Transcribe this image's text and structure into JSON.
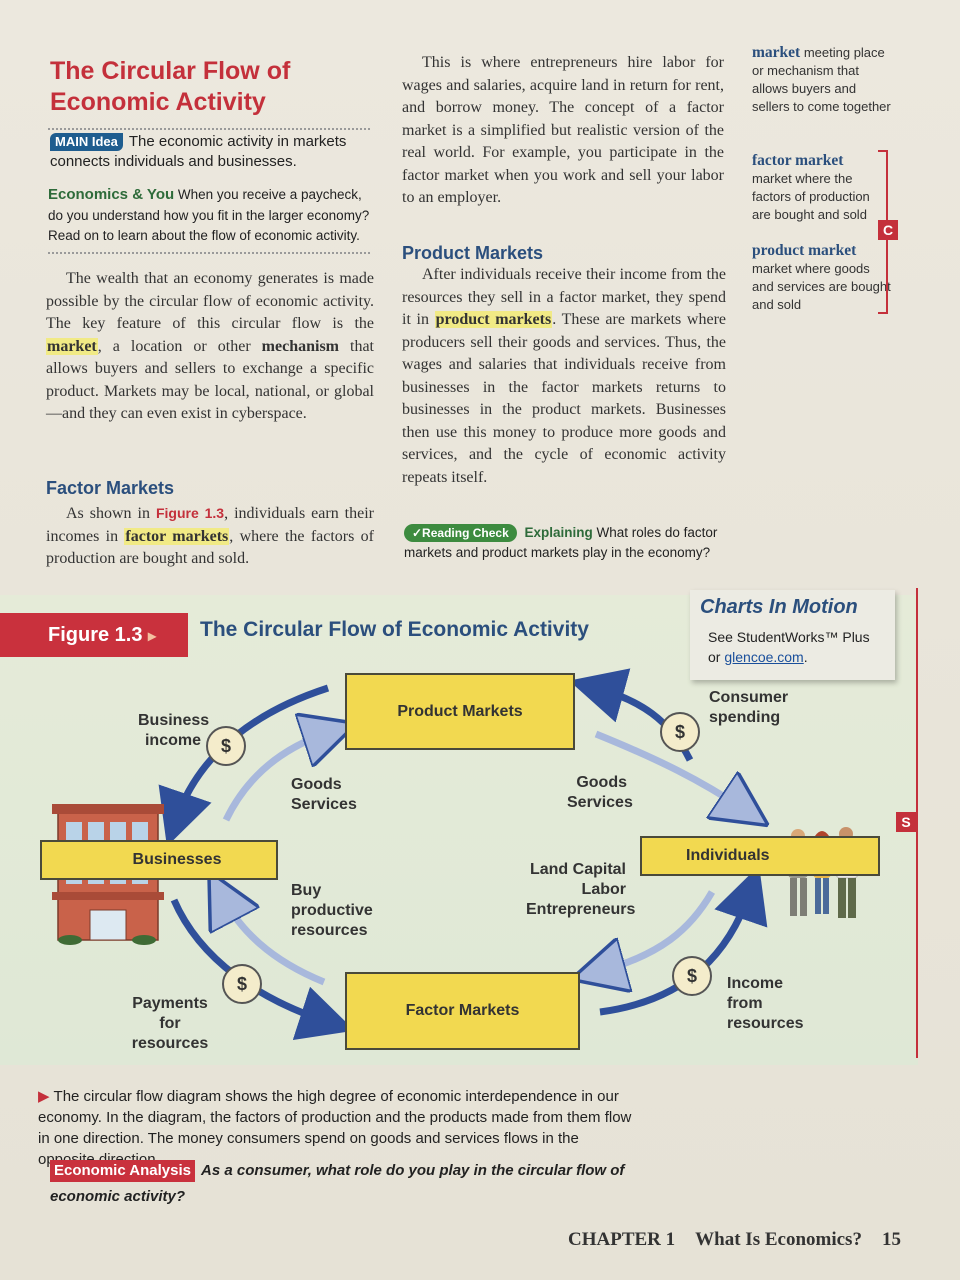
{
  "title": "The Circular Flow of Economic Activity",
  "main_idea": {
    "badge": "MAIN Idea",
    "text": "The economic activity in markets connects individuals and businesses."
  },
  "econ_you": {
    "label": "Economics & You",
    "text": "When you receive a paycheck, do you understand how you fit in the larger economy? Read on to learn about the flow of economic activity."
  },
  "intro_para": {
    "part1": "The wealth that an economy generates is made possible by the circular flow of economic activity. The key feature of this circular flow is the ",
    "term1": "market",
    "part2": ", a location or other ",
    "term2": "mechanism",
    "part3": " that allows buyers and sellers to exchange a specific product. Markets may be local, national, or global—and they can even exist in cyberspace."
  },
  "factor_markets": {
    "heading": "Factor Markets",
    "part1": "As shown in ",
    "fig_ref": "Figure 1.3",
    "part2": ", individuals earn their incomes in ",
    "term": "factor markets",
    "part3": ", where the factors of production are bought and sold."
  },
  "col2_para": "This is where entrepreneurs hire labor for wages and salaries, acquire land in return for rent, and borrow money. The concept of a factor market is a simplified but realistic version of the real world. For example, you participate in the factor market when you work and sell your labor to an employer.",
  "product_markets": {
    "heading": "Product Markets",
    "part1": "After individuals receive their income from the resources they sell in a factor market, they spend it in ",
    "term": "product markets",
    "part2": ". These are markets where producers sell their goods and services. Thus, the wages and salaries that individuals receive from businesses in the factor markets returns to businesses in the product markets. Businesses then use this money to produce more goods and services, and the cycle of economic activity repeats itself."
  },
  "reading_check": {
    "badge": "✓Reading Check",
    "label": "Explaining",
    "question": "What roles do factor markets and product markets play in the economy?"
  },
  "glossary": [
    {
      "term": "market",
      "def": "meeting place or mechanism that allows buyers and sellers to come together"
    },
    {
      "term": "factor market",
      "def": "market where the factors of production are bought and sold"
    },
    {
      "term": "product market",
      "def": "market where goods and services are bought and sold"
    }
  ],
  "markers": {
    "c": "C",
    "s": "S"
  },
  "figure": {
    "tab": "Figure 1.3",
    "tab_arrow": "▸",
    "title": "The Circular Flow of Economic Activity",
    "charts_in_motion": {
      "title": "Charts In Motion",
      "text": "See StudentWorks™ Plus or ",
      "link": "glencoe.com",
      "after": "."
    },
    "boxes": {
      "product": "Product Markets",
      "factor": "Factor Markets",
      "businesses": "Businesses",
      "individuals": "Individuals"
    },
    "labels": {
      "business_income": "Business income",
      "consumer_spending": "Consumer spending",
      "goods_services_left": "Goods Services",
      "goods_services_right": "Goods Services",
      "buy_productive": "Buy productive resources",
      "land_capital": "Land Capital Labor Entrepreneurs",
      "payments": "Payments for resources",
      "income_resources": "Income from resources"
    },
    "coin": "$"
  },
  "caption": "The circular flow diagram shows the high degree of economic interdependence in our economy. In the diagram, the factors of production and the products made from them flow in one direction. The money consumers spend on goods and services flows in the opposite direction.",
  "analysis": {
    "badge": "Economic Analysis",
    "question": "As a consumer, what role do you play in the circular flow of economic activity?"
  },
  "footer": {
    "chapter": "CHAPTER 1",
    "title": "What Is Economics?",
    "page": "15"
  },
  "colors": {
    "title_red": "#c4303b",
    "heading_blue": "#2b4f7d",
    "highlight": "#f1ea85",
    "box_yellow": "#f2d950",
    "arrow_blue": "#2f4f9a"
  }
}
